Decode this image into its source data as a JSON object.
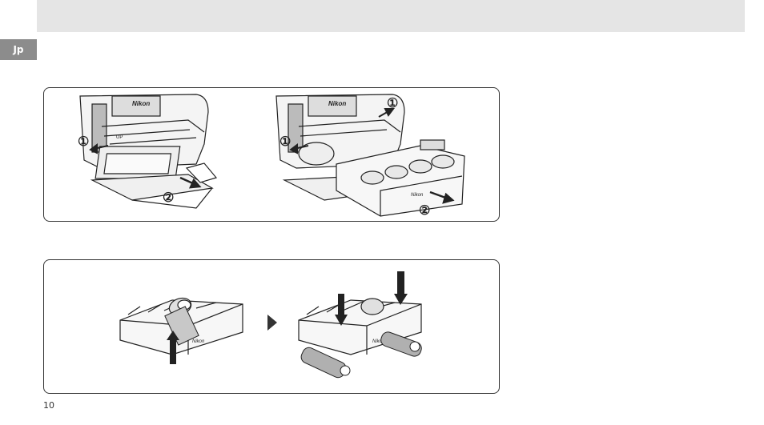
{
  "header": {
    "color": "#e5e5e5"
  },
  "language_tab": {
    "label": "Jp",
    "color": "#8c8c8c"
  },
  "figure1": {
    "left_panel": {
      "camera_brand": "Nikon",
      "grip_label": "UP",
      "step1": "①",
      "step2": "②"
    },
    "right_panel": {
      "camera_brand": "Nikon",
      "step1_left": "①",
      "step1_top": "①",
      "step2": "②",
      "holder_brand": "Nikon"
    }
  },
  "figure2": {
    "left_holder_brand": "Nikon",
    "right_holder_brand": "Nikon",
    "arrow_icon": "triangle-right-icon"
  },
  "page": {
    "number": "10"
  }
}
